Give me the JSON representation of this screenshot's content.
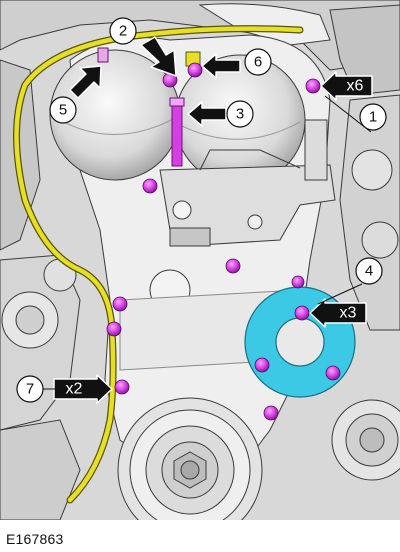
{
  "figure_id": "E167863",
  "colors": {
    "engine_base": "#e9e9e9",
    "engine_line": "#3a3a3a",
    "engine_shade": "#b8b8b8",
    "bolt": "#d43fe0",
    "harness": "#e6df2a",
    "damper": "#3cc9e6",
    "callout_fill": "#ffffff",
    "callout_stroke": "#111111",
    "arrow": "#111111"
  },
  "callouts": [
    {
      "id": "1",
      "label": "1"
    },
    {
      "id": "2",
      "label": "2"
    },
    {
      "id": "3",
      "label": "3"
    },
    {
      "id": "4",
      "label": "4"
    },
    {
      "id": "5",
      "label": "5"
    },
    {
      "id": "6",
      "label": "6"
    },
    {
      "id": "7",
      "label": "7"
    }
  ],
  "multipliers": {
    "x6": "x6",
    "x3": "x3",
    "x2": "x2"
  }
}
